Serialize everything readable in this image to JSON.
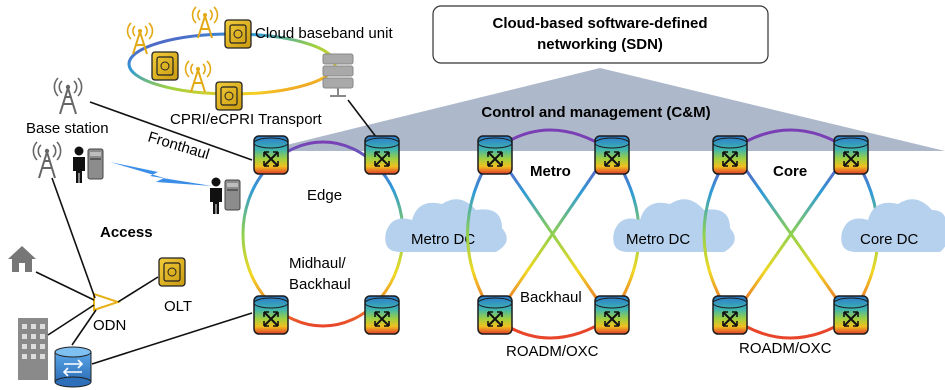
{
  "labels": {
    "sdn_title_line1": "Cloud-based software-defined",
    "sdn_title_line2": "networking (SDN)",
    "cm": "Control and management (C&M)",
    "cloud_bbu": "Cloud baseband unit",
    "cpri": "CPRI/eCPRI Transport",
    "base_station": "Base station",
    "fronthaul": "Fronthaul",
    "edge": "Edge",
    "access": "Access",
    "midhaul_line1": "Midhaul/",
    "midhaul_line2": "Backhaul",
    "olt": "OLT",
    "odn": "ODN",
    "metro": "Metro",
    "metro_dc_1": "Metro DC",
    "metro_dc_2": "Metro DC",
    "backhaul": "Backhaul",
    "roadm_1": "ROADM/OXC",
    "core": "Core",
    "core_dc": "Core DC",
    "roadm_2": "ROADM/OXC"
  },
  "icons": {
    "router": "router-node-icon",
    "antenna": "antenna-tower-icon",
    "bbu": "baseband-unit-icon",
    "server": "server-rack-icon",
    "user": "user-terminal-icon",
    "house": "house-icon",
    "building": "office-building-icon",
    "splitter": "optical-splitter-icon",
    "cloud": "cloud-icon"
  },
  "colors": {
    "roof": "#adb9ca",
    "cloud": "#b5d1ee",
    "router_top": "#2b7fd0",
    "router_mid": "#9fcf3f",
    "router_bottom": "#e03a2a",
    "bbu": "#e0b21b",
    "lightning": "#3a8ee8"
  }
}
